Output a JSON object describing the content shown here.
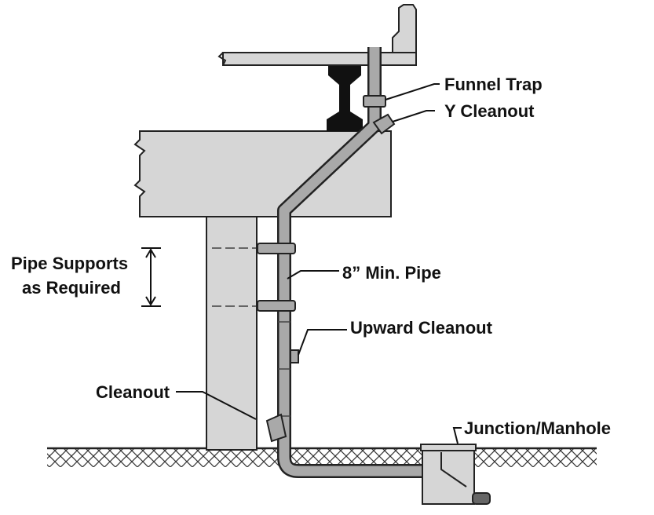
{
  "labels": {
    "funnel_trap": "Funnel Trap",
    "y_cleanout": "Y Cleanout",
    "pipe_supports_line1": "Pipe Supports",
    "pipe_supports_line2": "as Required",
    "min_pipe": "8” Min. Pipe",
    "upward_cleanout": "Upward Cleanout",
    "cleanout": "Cleanout",
    "junction_manhole": "Junction/Manhole"
  },
  "colors": {
    "concrete": "#d6d6d6",
    "pipe": "#a9a9a9",
    "pipe_dark": "#8c8c8c",
    "girder": "#111111",
    "outline": "#222222"
  }
}
